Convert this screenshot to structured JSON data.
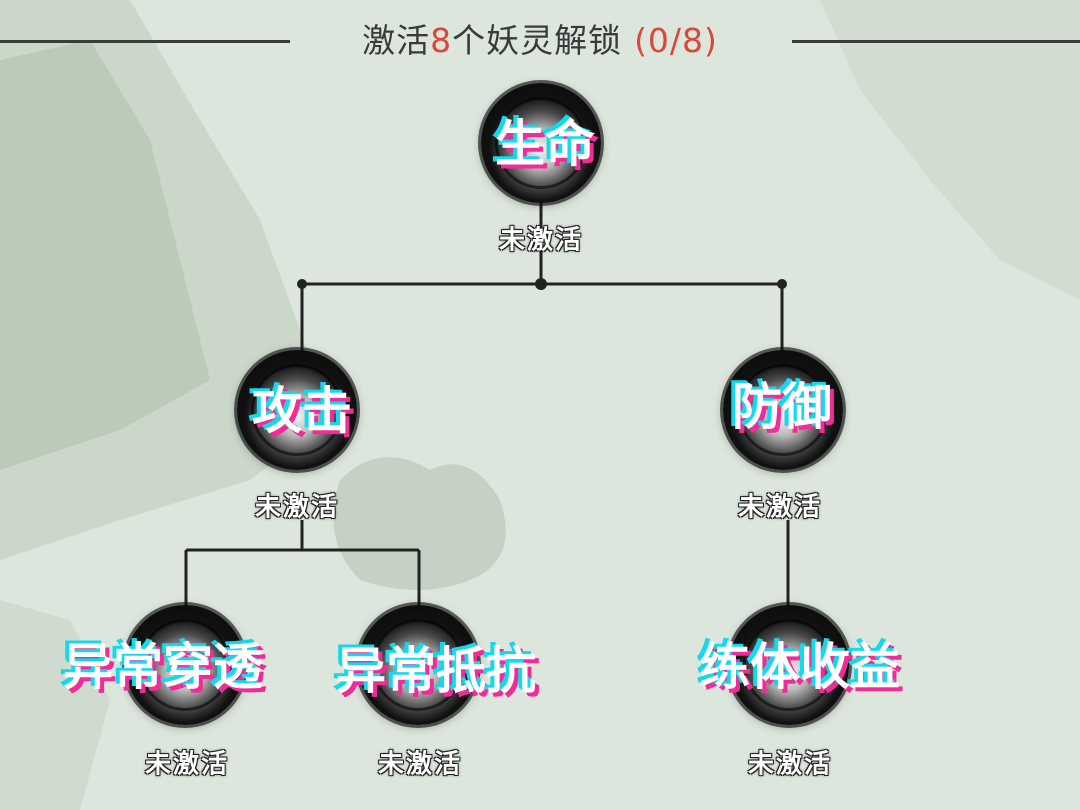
{
  "header": {
    "prefix": "激活",
    "number": "8",
    "suffix": "个妖灵解锁",
    "progress": "(0/8)"
  },
  "nodes": [
    {
      "label": "生命",
      "status": "未激活"
    },
    {
      "label": "攻击",
      "status": "未激活"
    },
    {
      "label": "防御",
      "status": "未激活"
    },
    {
      "label": "异常穿透",
      "status": "未激活"
    },
    {
      "label": "异常抵抗",
      "status": "未激活"
    },
    {
      "label": "练体收益",
      "status": "未激活"
    }
  ],
  "colors": {
    "background": "#dde6dc",
    "accent": "#d9483b",
    "line": "#222222",
    "label_shadow_cyan": "#14d8ee",
    "label_shadow_magenta": "#ef2c98"
  }
}
